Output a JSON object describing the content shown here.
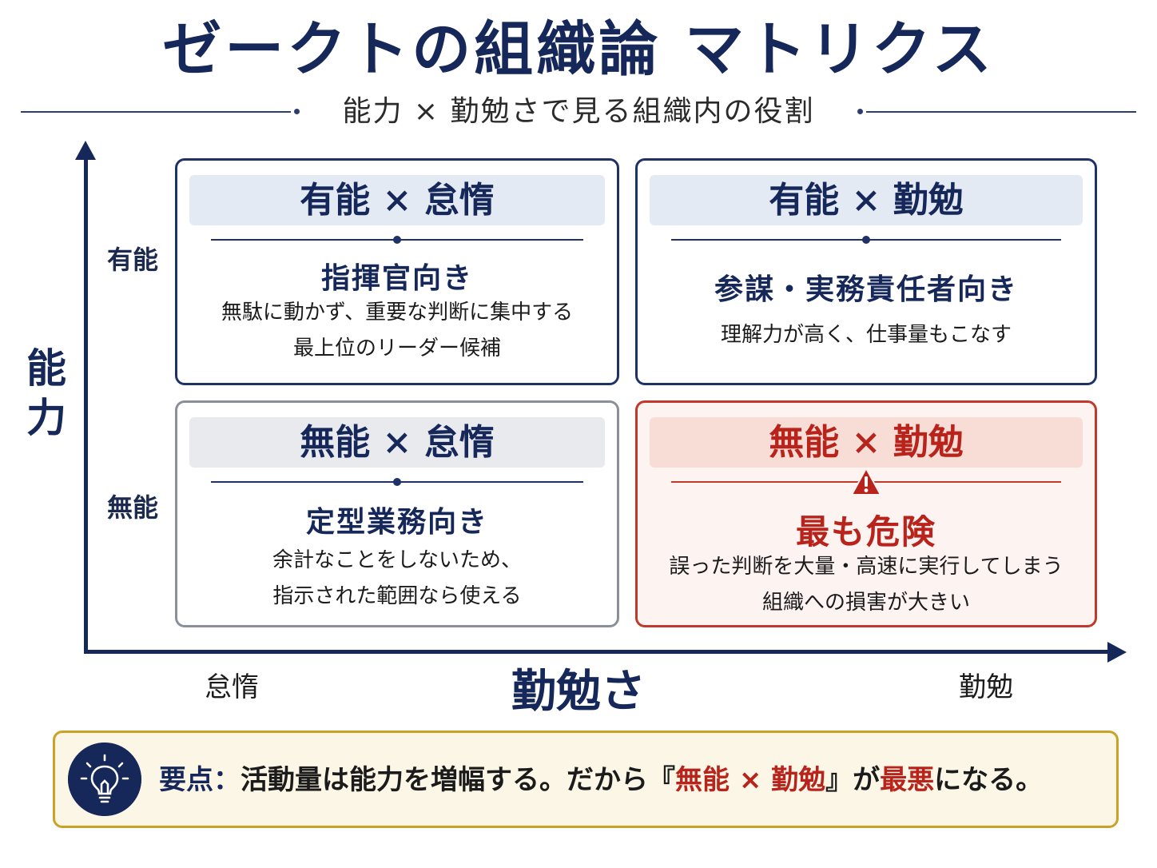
{
  "title": "ゼークトの組織論 マトリクス",
  "subtitle": "能力 × 勤勉さで見る組織内の役割",
  "axes": {
    "y_label": "能力",
    "y_high": "有能",
    "y_low": "無能",
    "x_label": "勤勉さ",
    "x_low": "怠惰",
    "x_high": "勤勉"
  },
  "quadrants": {
    "top_left": {
      "heading": "有能 × 怠惰",
      "role": "指揮官向き",
      "desc_line1": "無駄に動かず、重要な判断に集中する",
      "desc_line2": "最上位のリーダー候補"
    },
    "top_right": {
      "heading": "有能 × 勤勉",
      "role": "参謀・実務責任者向き",
      "desc_line1": "理解力が高く、仕事量もこなす"
    },
    "bottom_left": {
      "heading": "無能 × 怠惰",
      "role": "定型業務向き",
      "desc_line1": "余計なことをしないため、",
      "desc_line2": "指示された範囲なら使える"
    },
    "bottom_right": {
      "heading": "無能 × 勤勉",
      "role": "最も危険",
      "desc_line1": "誤った判断を大量・高速に実行してしまう",
      "desc_line2": "組織への損害が大きい",
      "icon": "warning-icon"
    }
  },
  "callout": {
    "icon": "lightbulb-icon",
    "label": "要点：",
    "text_part1": "活動量は能力を増幅する。だから『",
    "highlight": "無能 × 勤勉",
    "text_part2": "』が",
    "highlight2": "最悪",
    "text_part3": "になる。"
  },
  "colors": {
    "navy": "#16285a",
    "danger": "#b8241c",
    "gold": "#c9a227"
  }
}
